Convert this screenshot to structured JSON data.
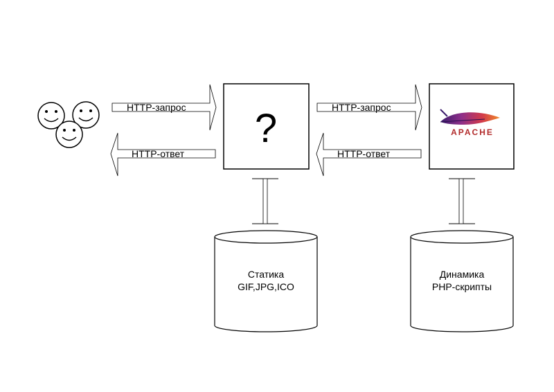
{
  "users": {
    "icon": "smiley-group-icon",
    "count": 3
  },
  "arrows": {
    "request_left": "HTTP-запрос",
    "response_left": "HTTP-ответ",
    "request_right": "HTTP-запрос",
    "response_right": "HTTP-ответ"
  },
  "proxy": {
    "symbol": "?"
  },
  "apache": {
    "logo_text": "APACHE",
    "icon": "apache-feather-icon"
  },
  "static_db": {
    "line1": "Статика",
    "line2": "GIF,JPG,ICO"
  },
  "dynamic_db": {
    "line1": "Динамика",
    "line2": "PHP-скрипты"
  },
  "colors": {
    "apache_text": "#b22b2b",
    "apache_feather_purple": "#5b2a86",
    "apache_feather_red": "#d23a2a"
  }
}
